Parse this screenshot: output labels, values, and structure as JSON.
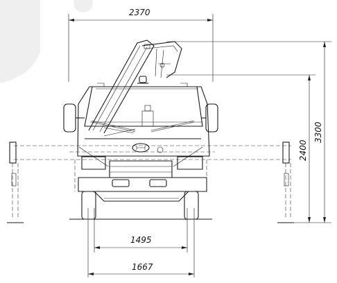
{
  "drawing": {
    "dimensions": {
      "overall_width": "2370",
      "track_inner": "1495",
      "track_outer": "1667",
      "cab_height": "2400",
      "crane_height": "3300"
    },
    "colors": {
      "line": "#1a1a1a",
      "background": "#ffffff",
      "watermark": "#efefef"
    }
  }
}
